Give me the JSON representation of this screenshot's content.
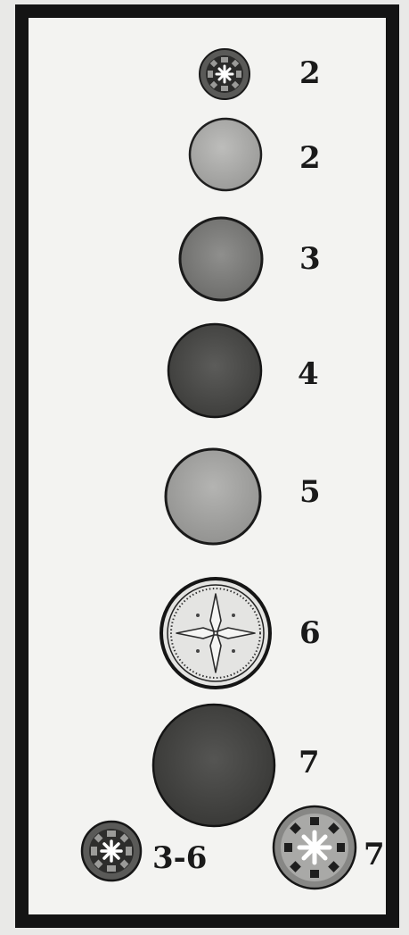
{
  "plate": {
    "border_color": "#141414",
    "background": "#f3f3f1"
  },
  "pieces": [
    {
      "name": "piece-1",
      "icon": "star-disk-small-icon",
      "label": "2"
    },
    {
      "name": "piece-2",
      "icon": "light-grey-disk-icon",
      "label": "2"
    },
    {
      "name": "piece-3",
      "icon": "mid-grey-disk-icon",
      "label": "3"
    },
    {
      "name": "piece-4",
      "icon": "dark-grey-disk-icon",
      "label": "4"
    },
    {
      "name": "piece-5",
      "icon": "light-grey-disk-icon",
      "label": "5"
    },
    {
      "name": "piece-6",
      "icon": "engraved-cross-disk-icon",
      "label": "6"
    },
    {
      "name": "piece-7",
      "icon": "large-dark-disk-icon",
      "label": "7"
    },
    {
      "name": "piece-8",
      "icon": "star-disk-icon",
      "label": "3-6"
    },
    {
      "name": "piece-9",
      "icon": "large-star-disk-icon",
      "label": "7"
    }
  ]
}
